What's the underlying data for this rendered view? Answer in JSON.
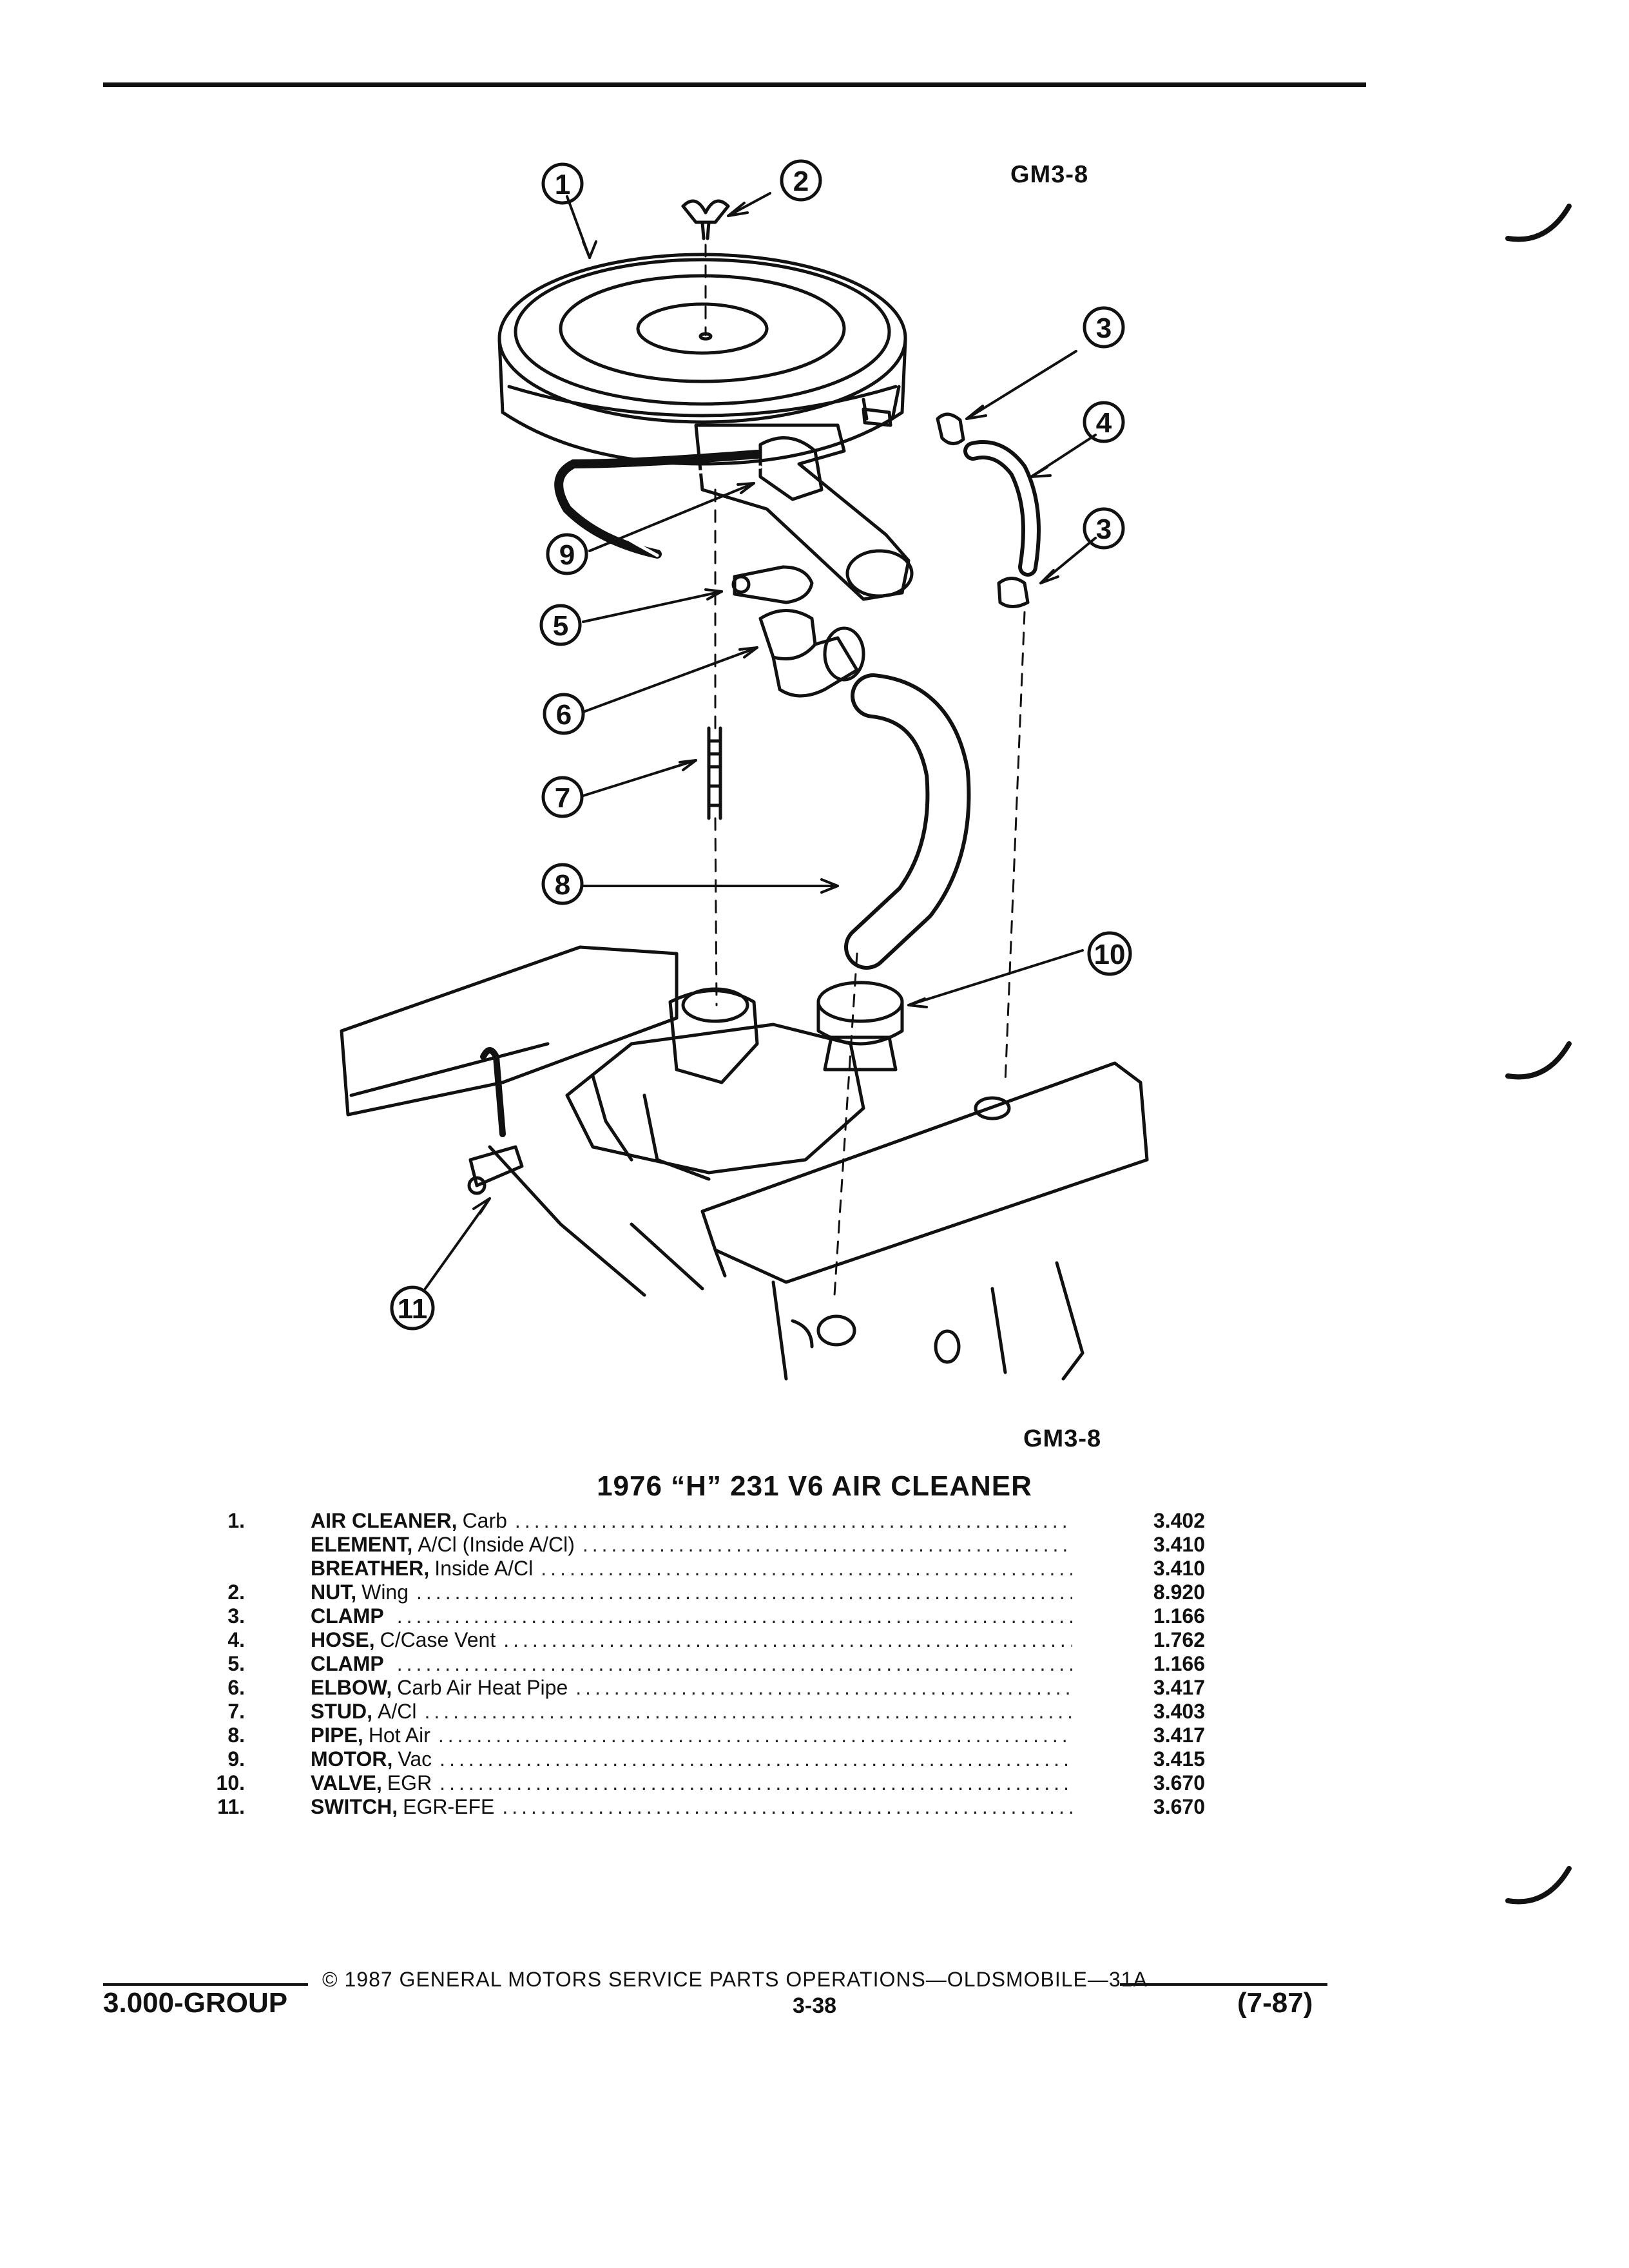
{
  "header": {
    "figure_code_top": "GM3-8"
  },
  "diagram": {
    "figure_code_bottom": "GM3-8",
    "callouts": [
      "1",
      "2",
      "3",
      "4",
      "3",
      "5",
      "6",
      "9",
      "7",
      "8",
      "10",
      "11"
    ]
  },
  "parts": {
    "title": "1976 “H” 231 V6 AIR CLEANER",
    "items": [
      {
        "num": "1.",
        "name": "AIR CLEANER,",
        "qual": "Carb",
        "code": "3.402"
      },
      {
        "num": "",
        "name": "ELEMENT,",
        "qual": "A/Cl (Inside A/Cl)",
        "code": "3.410"
      },
      {
        "num": "",
        "name": "BREATHER,",
        "qual": "Inside A/Cl",
        "code": "3.410"
      },
      {
        "num": "2.",
        "name": "NUT,",
        "qual": "Wing",
        "code": "8.920"
      },
      {
        "num": "3.",
        "name": "CLAMP",
        "qual": "",
        "code": "1.166"
      },
      {
        "num": "4.",
        "name": "HOSE,",
        "qual": "C/Case Vent",
        "code": "1.762"
      },
      {
        "num": "5.",
        "name": "CLAMP",
        "qual": "",
        "code": "1.166"
      },
      {
        "num": "6.",
        "name": "ELBOW,",
        "qual": "Carb Air Heat Pipe",
        "code": "3.417"
      },
      {
        "num": "7.",
        "name": "STUD,",
        "qual": "A/Cl",
        "code": "3.403"
      },
      {
        "num": "8.",
        "name": "PIPE,",
        "qual": "Hot Air",
        "code": "3.417"
      },
      {
        "num": "9.",
        "name": "MOTOR,",
        "qual": "Vac",
        "code": "3.415"
      },
      {
        "num": "10.",
        "name": "VALVE,",
        "qual": "EGR",
        "code": "3.670"
      },
      {
        "num": "11.",
        "name": "SWITCH,",
        "qual": "EGR-EFE",
        "code": "3.670"
      }
    ]
  },
  "footer": {
    "copyright": "© 1987 GENERAL MOTORS SERVICE PARTS OPERATIONS—OLDSMOBILE—31A",
    "group": "3.000-GROUP",
    "page": "3-38",
    "date": "(7-87)"
  }
}
